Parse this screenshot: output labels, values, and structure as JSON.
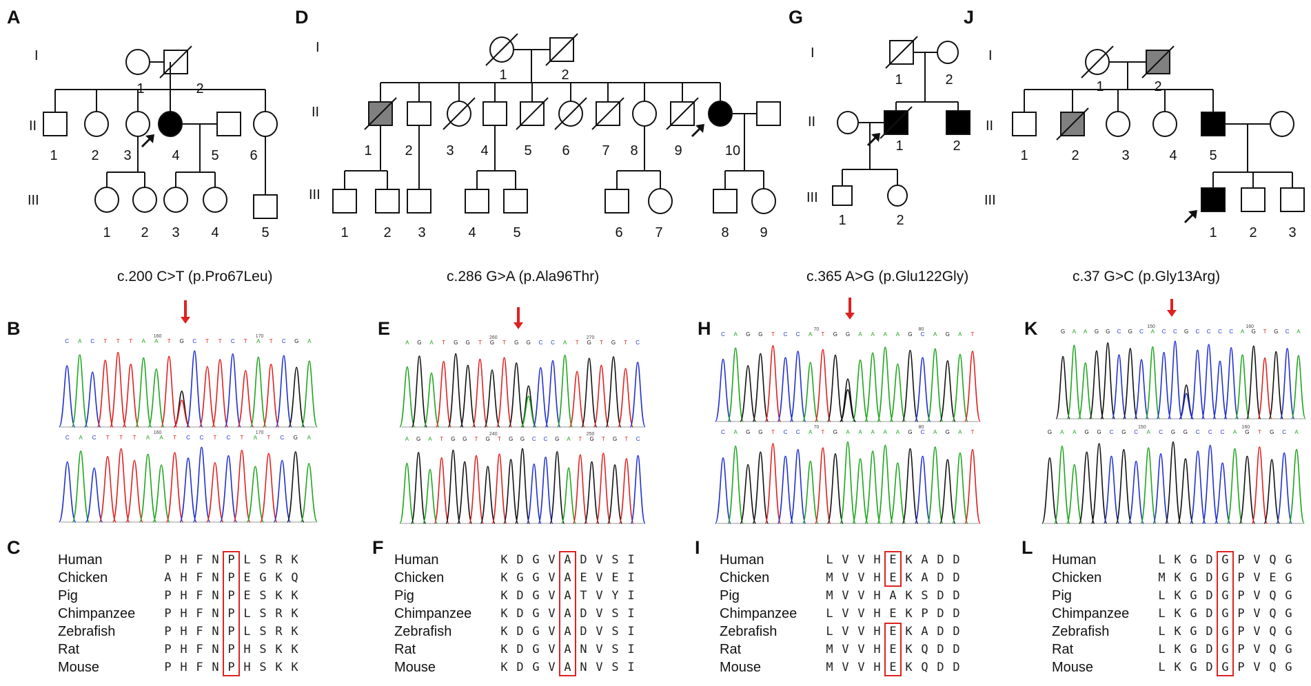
{
  "panels": {
    "A": "A",
    "B": "B",
    "C": "C",
    "D": "D",
    "E": "E",
    "F": "F",
    "G": "G",
    "H": "H",
    "I": "I",
    "J": "J",
    "K": "K",
    "L": "L"
  },
  "generations": [
    "I",
    "II",
    "III"
  ],
  "mutations": [
    "c.200 C>T (p.Pro67Leu)",
    "c.286 G>A (p.Ala96Thr)",
    "c.365 A>G (p.Glu122Gly)",
    "c.37 G>C (p.Gly13Arg)"
  ],
  "species": [
    "Human",
    "Chicken",
    "Pig",
    "Chimpanzee",
    "Zebrafish",
    "Rat",
    "Mouse"
  ],
  "alignments": [
    {
      "rows": [
        "PHFNPLSRK",
        "AHFNPEGKQ",
        "PHFNPESKK",
        "PHFNPLSRK",
        "PHFNPLSRK",
        "PHFNPHSKK",
        "PHFNPHSKK"
      ],
      "highlight_column": 4
    },
    {
      "rows": [
        "KDGVADVSI",
        "KGGVAEVEI",
        "KDGVATVYI",
        "KDGVADVSI",
        "KDGVADVSI",
        "KDGVANVSI",
        "KDGVANVSI"
      ],
      "highlight_column": 4
    },
    {
      "rows": [
        "LVVHEKADD",
        "MVVHEKADD",
        "MVVHAKSDD",
        "LVVHEKPDD",
        "LVVHEKADD",
        "MVVHEKQDD",
        "MVVHEKQDD"
      ],
      "highlight_column": 4,
      "box_segments": [
        [
          0,
          1
        ],
        [
          4,
          6
        ]
      ]
    },
    {
      "rows": [
        "LKGDGPVQG",
        "MKGDGPVEG",
        "LKGDGPVQG",
        "LKGDGPVQG",
        "LKGDGPVQG",
        "LKGDGPVQG",
        "LKGDGPVQG"
      ],
      "highlight_column": 4
    }
  ],
  "pedigrees": [
    {
      "id": "A",
      "members": [
        {
          "id": "I-1",
          "label": "1",
          "sex": "female",
          "status": "unaffected"
        },
        {
          "id": "I-2",
          "label": "2",
          "sex": "male",
          "status": "unaffected",
          "deceased": true
        },
        {
          "id": "II-1",
          "label": "1",
          "sex": "male",
          "status": "unaffected"
        },
        {
          "id": "II-2",
          "label": "2",
          "sex": "female",
          "status": "unaffected"
        },
        {
          "id": "II-3",
          "label": "3",
          "sex": "female",
          "status": "unaffected"
        },
        {
          "id": "II-4",
          "label": "4",
          "sex": "female",
          "status": "affected",
          "proband": true
        },
        {
          "id": "II-5",
          "label": "5",
          "sex": "male",
          "status": "unaffected"
        },
        {
          "id": "II-6",
          "label": "6",
          "sex": "female",
          "status": "unaffected"
        },
        {
          "id": "III-1",
          "label": "1",
          "sex": "female",
          "status": "unaffected"
        },
        {
          "id": "III-2",
          "label": "2",
          "sex": "female",
          "status": "unaffected"
        },
        {
          "id": "III-3",
          "label": "3",
          "sex": "female",
          "status": "unaffected"
        },
        {
          "id": "III-4",
          "label": "4",
          "sex": "female",
          "status": "unaffected"
        },
        {
          "id": "III-5",
          "label": "5",
          "sex": "male",
          "status": "unaffected"
        }
      ]
    },
    {
      "id": "D",
      "members": [
        {
          "id": "I-1",
          "label": "1",
          "sex": "female",
          "status": "unaffected",
          "deceased": true
        },
        {
          "id": "I-2",
          "label": "2",
          "sex": "male",
          "status": "unaffected",
          "deceased": true
        },
        {
          "id": "II-1",
          "label": "1",
          "sex": "male",
          "status": "uncertain",
          "deceased": true
        },
        {
          "id": "II-2",
          "label": "2",
          "sex": "male",
          "status": "unaffected"
        },
        {
          "id": "II-3",
          "label": "3",
          "sex": "female",
          "status": "unaffected",
          "deceased": true
        },
        {
          "id": "II-4",
          "label": "4",
          "sex": "male",
          "status": "unaffected"
        },
        {
          "id": "II-5",
          "label": "5",
          "sex": "male",
          "status": "unaffected",
          "deceased": true
        },
        {
          "id": "II-6",
          "label": "6",
          "sex": "female",
          "status": "unaffected",
          "deceased": true
        },
        {
          "id": "II-7",
          "label": "7",
          "sex": "male",
          "status": "unaffected",
          "deceased": true
        },
        {
          "id": "II-8",
          "label": "8",
          "sex": "female",
          "status": "unaffected"
        },
        {
          "id": "II-9",
          "label": "9",
          "sex": "male",
          "status": "unaffected",
          "deceased": true
        },
        {
          "id": "II-10",
          "label": "10",
          "sex": "female",
          "status": "affected",
          "proband": true
        }
      ]
    },
    {
      "id": "G",
      "members": [
        {
          "id": "I-1",
          "label": "1",
          "sex": "male",
          "status": "unaffected",
          "deceased": true
        },
        {
          "id": "I-2",
          "label": "2",
          "sex": "female",
          "status": "unaffected"
        },
        {
          "id": "II-1",
          "label": "1",
          "sex": "male",
          "status": "affected",
          "deceased": true,
          "proband": true
        },
        {
          "id": "II-2",
          "label": "2",
          "sex": "male",
          "status": "affected"
        },
        {
          "id": "III-1",
          "label": "1",
          "sex": "male",
          "status": "unaffected"
        },
        {
          "id": "III-2",
          "label": "2",
          "sex": "female",
          "status": "unaffected"
        }
      ]
    },
    {
      "id": "J",
      "members": [
        {
          "id": "I-1",
          "label": "1",
          "sex": "female",
          "status": "unaffected",
          "deceased": true
        },
        {
          "id": "I-2",
          "label": "2",
          "sex": "male",
          "status": "uncertain",
          "deceased": true
        },
        {
          "id": "II-1",
          "label": "1",
          "sex": "male",
          "status": "unaffected"
        },
        {
          "id": "II-2",
          "label": "2",
          "sex": "male",
          "status": "uncertain",
          "deceased": true
        },
        {
          "id": "II-3",
          "label": "3",
          "sex": "female",
          "status": "unaffected"
        },
        {
          "id": "II-4",
          "label": "4",
          "sex": "female",
          "status": "unaffected"
        },
        {
          "id": "II-5",
          "label": "5",
          "sex": "male",
          "status": "affected"
        },
        {
          "id": "III-1",
          "label": "1",
          "sex": "male",
          "status": "affected",
          "proband": true
        },
        {
          "id": "III-2",
          "label": "2",
          "sex": "male",
          "status": "unaffected"
        },
        {
          "id": "III-3",
          "label": "3",
          "sex": "male",
          "status": "unaffected"
        }
      ]
    }
  ],
  "legend_colors": {
    "affected": "#000000",
    "uncertain": "#808080",
    "unaffected": "#ffffff",
    "highlight": "#dd2222",
    "arrow": "#e02020"
  },
  "trace_colors": {
    "A": "#1fa51f",
    "C": "#2030d0",
    "G": "#111111",
    "T": "#e02020"
  },
  "chromatogram_bases": {
    "B_top": "CACTTTAATGCTTCTATCGA",
    "B_bottom": "CACTTTAATCCTCTATCGA",
    "E_top": "AGATGGTGTGGCCATGTGTC",
    "E_bottom": "AGATGGTGTGGCCGATGTGTC",
    "H_top": "CAGGTCCATGGAAAAGCAGAT",
    "H_bottom": "CAGGTCCATGAAAAAGCAGAT",
    "K_top": "GAAGGCGCACCGCCCCAGTGCA",
    "K_bottom": "GAAGGCGCACGGCCCAGTGCA"
  },
  "chromatogram_positions": {
    "B_top": [
      "160",
      "170"
    ],
    "B_bottom": [
      "160",
      "170"
    ],
    "E_top": [
      "260",
      "270"
    ],
    "E_bottom": [
      "240",
      "250"
    ],
    "H_top": [
      "70",
      "80"
    ],
    "H_bottom": [
      "70",
      "80"
    ],
    "K_top": [
      "150",
      "160"
    ],
    "K_bottom": [
      "150",
      "160"
    ]
  }
}
